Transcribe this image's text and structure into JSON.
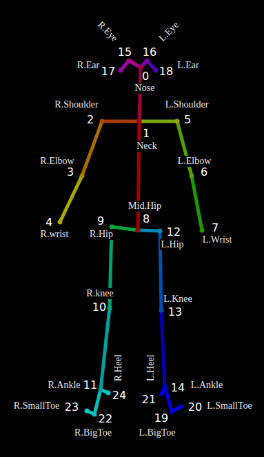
{
  "diagram": {
    "labels": [
      "R.Eye",
      "L.Eye",
      "15",
      "16",
      "R.Ear",
      "17",
      "0",
      "18",
      "L.Ear",
      "Nose",
      "R.Shoulder",
      "L.Shoulder",
      "2",
      "1",
      "5",
      "Neck",
      "R.Elbow",
      "3",
      "L.Elbow",
      "6",
      "Mid.Hip",
      "8",
      "4",
      "9",
      "12",
      "7",
      "R.wrist",
      "R.Hip",
      "L.Hip",
      "L.Wrist",
      "R.knee",
      "10",
      "L.Knee",
      "13",
      "R.Heel",
      "L.Heel",
      "R.Ankle",
      "11",
      "14",
      "L.Ankle",
      "24",
      "21",
      "R.SmallToe",
      "23",
      "20",
      "L.SmallToe",
      "22",
      "19",
      "R.BigToe",
      "L.BigToe"
    ]
  }
}
